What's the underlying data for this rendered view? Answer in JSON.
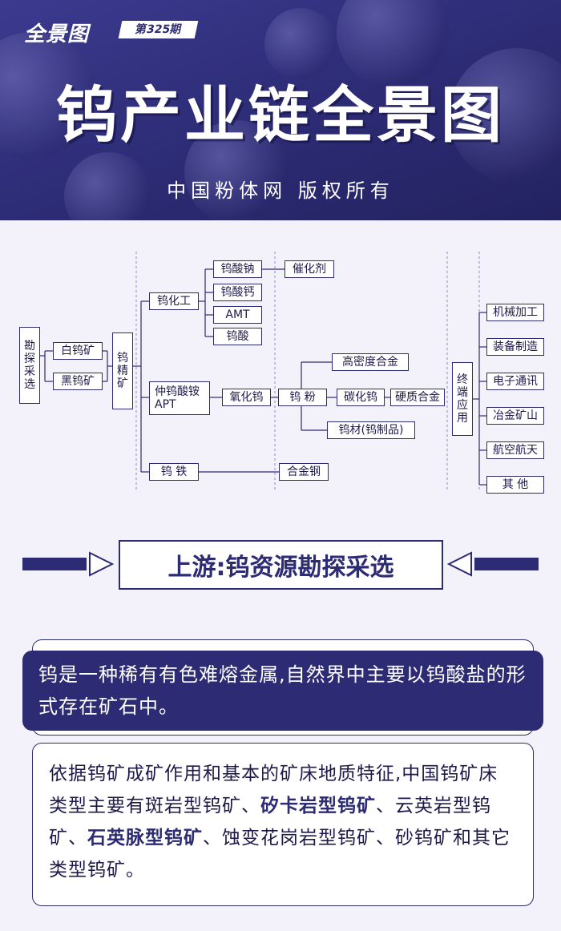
{
  "header": {
    "logo": "全景图",
    "issue": "第325期",
    "title": "钨产业链全景图",
    "copyright": "中国粉体网    版权所有"
  },
  "diagram": {
    "explore": "勘探采选",
    "white_ore": "白钨矿",
    "black_ore": "黑钨矿",
    "concentrate": "钨精矿",
    "chemical": "钨化工",
    "sodium": "钨酸钠",
    "calcium": "钨酸钙",
    "amt": "AMT",
    "acid": "钨酸",
    "catalyst": "催化剂",
    "apt_line1": "仲钨酸铵",
    "apt_line2": "APT",
    "oxide": "氧化钨",
    "powder": "钨 粉",
    "high_density": "高密度合金",
    "carbide": "碳化钨",
    "hard_alloy": "硬质合金",
    "tungsten_material": "钨材(钨制品)",
    "ferro": "钨 铁",
    "alloy_steel": "合金钢",
    "end_use": "终端应用",
    "apps": [
      "机械加工",
      "装备制造",
      "电子通讯",
      "冶金矿山",
      "航空航天",
      "其 他"
    ]
  },
  "banner": {
    "title": "上游:钨资源勘探采选"
  },
  "intro": {
    "text": "钨是一种稀有有色难熔金属,自然界中主要以钨酸盐的形式存在矿石中。"
  },
  "body": {
    "p1": "依据钨矿成矿作用和基本的矿床地质特征,中国钨矿床类型主要有斑岩型钨矿、",
    "hl1": "矽卡岩型钨矿",
    "p2": "、云英岩型钨矿、",
    "hl2": "石英脉型钨矿",
    "p3": "、蚀变花岗岩型钨矿、砂钨矿和其它类型钨矿。"
  },
  "colors": {
    "primary": "#2c2b74",
    "background": "#f3f2fb"
  }
}
